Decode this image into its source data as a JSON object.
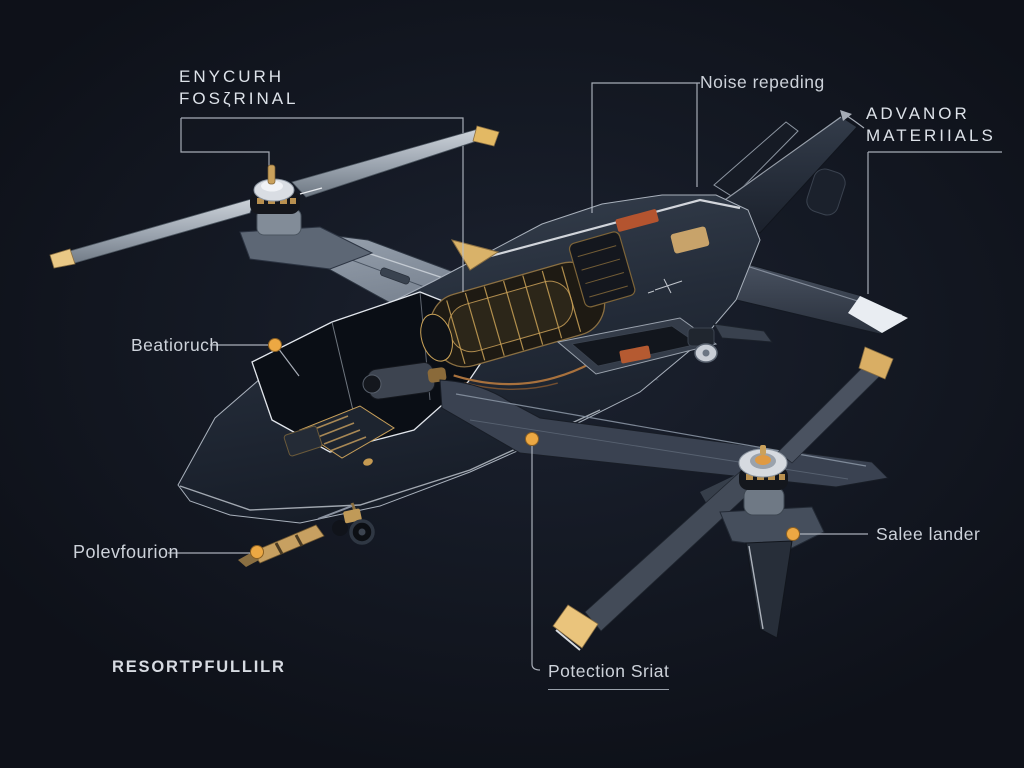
{
  "figure": {
    "labels": {
      "engine": {
        "line1": "ENYCURH",
        "line2": "FOSζRINAL"
      },
      "noise": {
        "text": "Noise repeding"
      },
      "materials": {
        "line1": "ADVANOR",
        "line2": "MATERIIALS"
      },
      "bearing": {
        "text": "Beatioruch"
      },
      "pole": {
        "text": "Polevfourion"
      },
      "resort": {
        "text": "RESORTPFULLILR"
      },
      "protection": {
        "text": "Potection Sriat"
      },
      "sale": {
        "text": "Salee lander"
      }
    },
    "colors": {
      "background": "#10141d",
      "leader_line": "#b6bcc6",
      "label_text": "#d5dae1",
      "accent_dot": "#eca843",
      "blade_gold_tip": "#ddb266",
      "hull_dark": "#1e2531",
      "hull_light": "#8b95a3",
      "engine_bronze": "#b18c4e",
      "cargo_orange": "#b55a31"
    }
  }
}
